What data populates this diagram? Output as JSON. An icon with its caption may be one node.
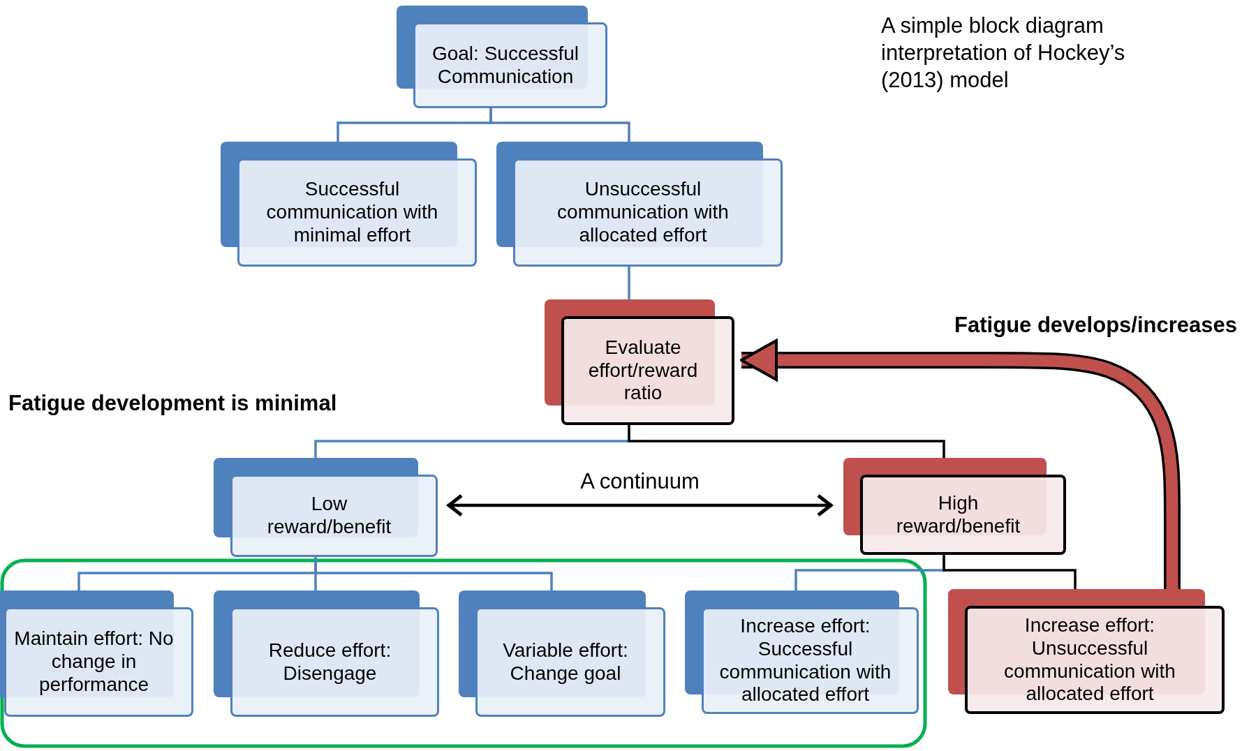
{
  "diagram": {
    "title": "A simple block diagram interpretation of Hockey’s (2013) model",
    "nodes": [
      {
        "text": [
          "Goal: Successful Communication"
        ]
      },
      {
        "text": [
          "Successful communication with minimal effort"
        ]
      },
      {
        "text": [
          "Unsuccessful communication with allocated effort"
        ]
      },
      {
        "text": [
          "Evaluate effort/reward ratio"
        ]
      },
      {
        "text": [
          "Low reward/benefit"
        ]
      },
      {
        "text": [
          "High reward/benefit"
        ]
      },
      {
        "text": [
          "Maintain effort: No change in performance"
        ]
      },
      {
        "text": [
          "Reduce effort: Disengage"
        ]
      },
      {
        "text": [
          "Variable effort: Change goal"
        ]
      },
      {
        "text": [
          "Increase effort: Successful communication with allocated effort"
        ]
      },
      {
        "text": [
          "Increase effort: Unsuccessful communication with allocated effort"
        ]
      }
    ],
    "edges": [
      {
        "from": 0,
        "to": 1,
        "arrow": "none"
      },
      {
        "from": 0,
        "to": 2,
        "arrow": "none"
      },
      {
        "from": 2,
        "to": 3,
        "arrow": "none"
      },
      {
        "from": 3,
        "to": 4,
        "arrow": "none"
      },
      {
        "from": 3,
        "to": 5,
        "arrow": "none",
        "color": "#000000"
      },
      {
        "from": 4,
        "to": 5,
        "arrow": "both",
        "color": "#000000",
        "label": "A continuum"
      },
      {
        "from": 4,
        "to": 6,
        "arrow": "none"
      },
      {
        "from": 4,
        "to": 7,
        "arrow": "none"
      },
      {
        "from": 4,
        "to": 8,
        "arrow": "none"
      },
      {
        "from": 5,
        "to": 9,
        "arrow": "none"
      },
      {
        "from": 5,
        "to": 10,
        "arrow": "none",
        "color": "#000000"
      },
      {
        "from": 10,
        "to": 3,
        "arrow": "to",
        "style": "thick",
        "color": "#c0504d"
      }
    ],
    "labels": [
      "Fatigue develops/increases",
      "Fatigue development is minimal"
    ]
  }
}
